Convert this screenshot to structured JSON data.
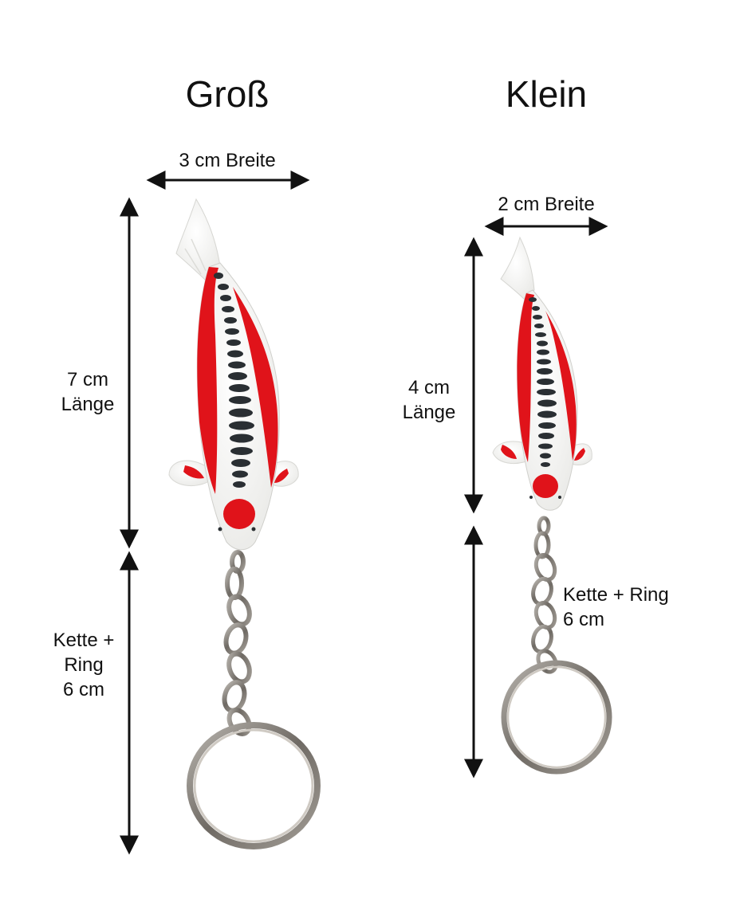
{
  "large": {
    "title": "Groß",
    "width_label": "3 cm Breite",
    "length_label": "7 cm\nLänge",
    "chain_label": "Kette +\nRing\n6 cm"
  },
  "small": {
    "title": "Klein",
    "width_label": "2 cm Breite",
    "length_label": "4 cm\nLänge",
    "chain_label": "Kette + Ring\n6 cm"
  },
  "colors": {
    "background": "#ffffff",
    "text": "#111111",
    "koi_red": "#e0131a",
    "koi_white": "#f7f7f5",
    "koi_spots": "#2a2f33",
    "metal": "#8a8580"
  }
}
